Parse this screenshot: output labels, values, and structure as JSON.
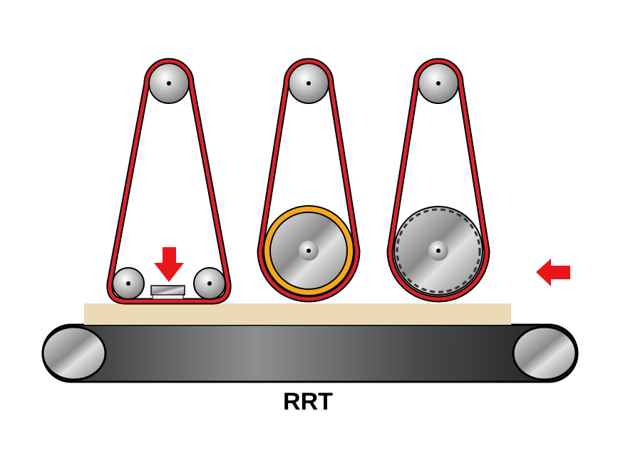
{
  "diagram": {
    "label": "RRT",
    "units": [
      {
        "name": "platen-unit",
        "type": "pressure platen with two rollers"
      },
      {
        "name": "rubber-roller-unit",
        "type": "rubber-coated contact roller"
      },
      {
        "name": "steel-roller-unit",
        "type": "grooved steel contact roller"
      }
    ],
    "colors": {
      "belt": "#d8232a",
      "arrow": "#e8161b",
      "workpiece": "#ecdab6",
      "rubber": "#f5a81c"
    },
    "feed_direction": "right-to-left"
  }
}
